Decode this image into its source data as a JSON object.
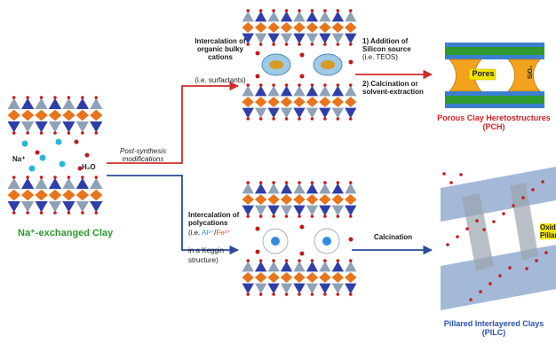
{
  "start": {
    "caption": "Na⁺-exchanged Clay",
    "ion_label": "Na⁺",
    "water_label": "H₂O"
  },
  "branch": {
    "label_line1": "Post-synthesis",
    "label_line2": "modifications"
  },
  "pch_path": {
    "step1_line1": "Intercalation of",
    "step1_line2": "organic bulky",
    "step1_line3": "cations",
    "step1_note": "(i.e. surfactants)",
    "step2_line1": "1) Addition of",
    "step2_line2": "Silicon source",
    "step2_note": "(i.e. TEOS)",
    "step3_line1": "2) Calcination or",
    "step3_line2": "solvent-extraction",
    "pores_label": "Pores",
    "sio2_label": "SiO₂",
    "caption_line1": "Porous Clay Heretostructures",
    "caption_line2": "(PCH)"
  },
  "pilc_path": {
    "step1_line1": "Intercalation of",
    "step1_line2": "polycations",
    "note_prefix": "(i.e. ",
    "note_al": "Al³⁺",
    "note_sep": "/",
    "note_fe": "Fe³⁺",
    "note_line2": "in a Keggin",
    "note_line3": "structure)",
    "step2": "Calcination",
    "oxide_line1": "Oxid",
    "oxide_line2": "Pillar",
    "caption_line1": "Pillared Interlayered Clays",
    "caption_line2": "(PILC)"
  },
  "colors": {
    "na_caption": "#2e9a2e",
    "pch_caption": "#d42020",
    "pilc_caption": "#2a4fb0",
    "upper_arrow": "#cf2d2d",
    "lower_arrow": "#2a4b9a",
    "octahedra": "#e8741c",
    "tetrahedra_blue": "#2f3fa8",
    "tetrahedra_grey": "#8ea1b6",
    "oxide": "#c41a1a",
    "sodium": "#29b6d6",
    "al": "#2f8ee0",
    "fe": "#e0502a",
    "pore": "#f2e600"
  }
}
